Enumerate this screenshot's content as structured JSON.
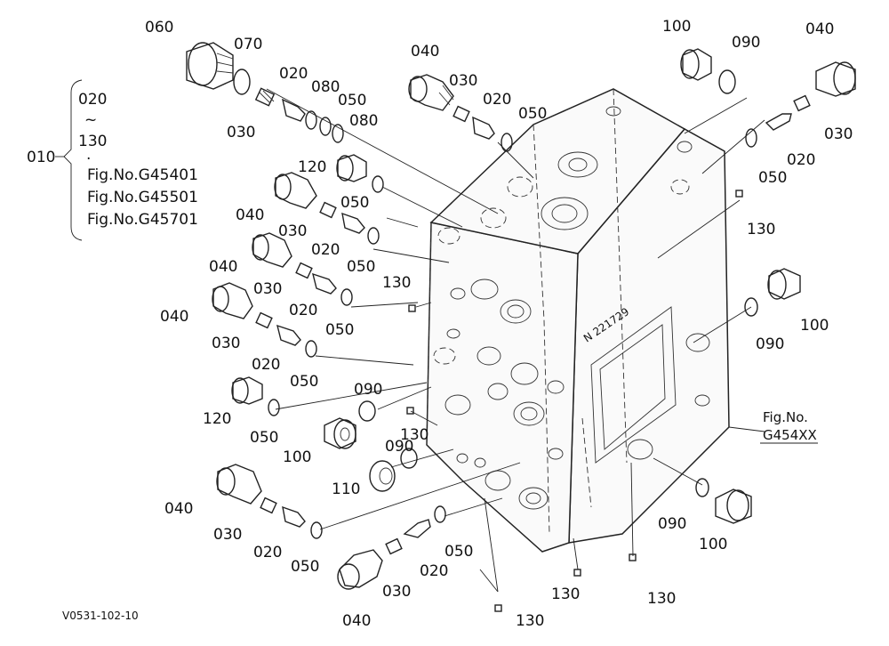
{
  "callouts": {
    "c060": "060",
    "c070": "070",
    "c020a": "020",
    "c080a": "080",
    "c050a": "050",
    "c080b": "080",
    "c030a": "030",
    "c040a": "040",
    "c030b": "030",
    "c020b": "020",
    "c050b": "050",
    "c100a": "100",
    "c090a": "090",
    "c040b": "040",
    "c030c": "030",
    "c020c": "020",
    "c050c": "050",
    "c130a": "130",
    "c120a": "120",
    "c040c": "040",
    "c050d": "050",
    "c030d": "030",
    "c020d": "020",
    "c050e": "050",
    "c040d": "040",
    "c030e": "030",
    "c130b": "130",
    "c020e": "020",
    "c050f": "050",
    "c040e": "040",
    "c030f": "030",
    "c020f": "020",
    "c050g": "050",
    "c100b": "100",
    "c090b": "090",
    "c120b": "120",
    "c050h": "050",
    "c090c": "090",
    "c130c": "130",
    "c100c": "100",
    "c090d": "090",
    "c110": "110",
    "c040f": "040",
    "c030g": "030",
    "c020g": "020",
    "c050i": "050",
    "c050j": "050",
    "c020h": "020",
    "c030h": "030",
    "c040g": "040",
    "c130d": "130",
    "c130e": "130",
    "c130f": "130",
    "c090e": "090",
    "c100d": "100"
  },
  "kit": {
    "code": "010",
    "range_from": "020",
    "tilde": "~",
    "range_to": "130",
    "dot": "·",
    "figs": [
      "Fig.No.G45401",
      "Fig.No.G45501",
      "Fig.No.G45701"
    ]
  },
  "body_ref": {
    "line1": "Fig.No.",
    "line2": "G454XX"
  },
  "casting_mark": "N 221729",
  "drawing_code": "V0531-102-10"
}
